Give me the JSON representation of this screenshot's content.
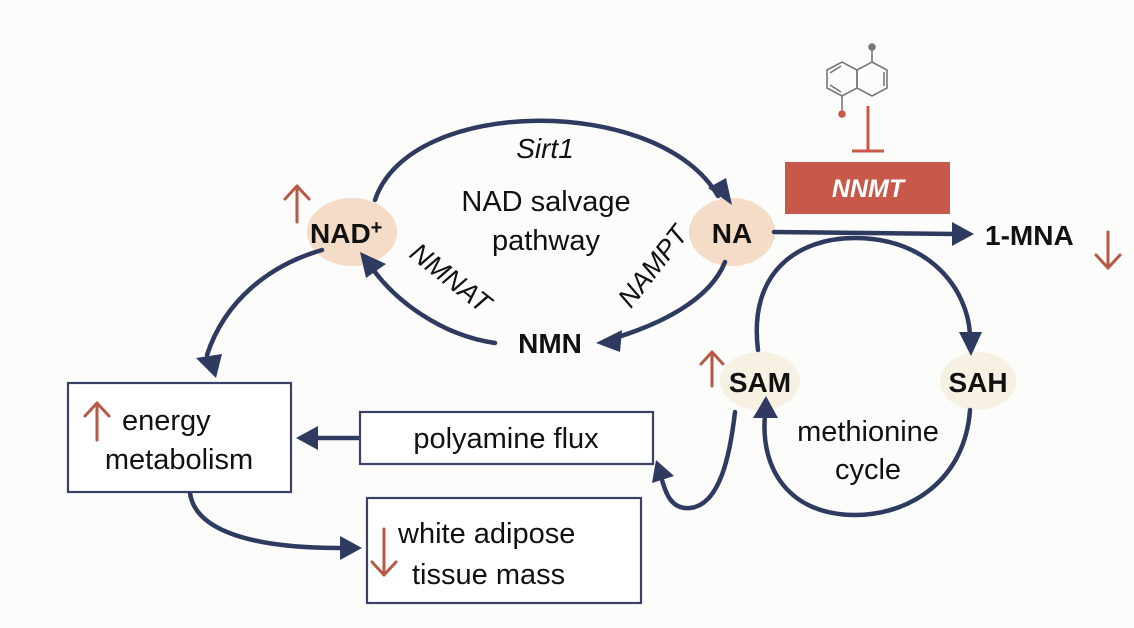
{
  "colors": {
    "arrow": "#2e3a60",
    "up_down_indicator": "#b55a45",
    "nnmt_box": "#c8594a",
    "nad_circle": "#f4dcc6",
    "na_circle": "#f4dcc6",
    "sam_circle": "#f6f1e2",
    "sah_circle": "#f6f1e2"
  },
  "nodes": {
    "nad": {
      "label": "NAD",
      "superscript": "+",
      "change": "up"
    },
    "na": {
      "label": "NA"
    },
    "nmn": {
      "label": "NMN"
    },
    "mna": {
      "label": "1-MNA",
      "change": "down"
    },
    "sam": {
      "label": "SAM",
      "change": "up"
    },
    "sah": {
      "label": "SAH"
    }
  },
  "enzymes": {
    "sirt1": "Sirt1",
    "nmnat": "NMNAT",
    "nampt": "NAMPT",
    "nnmt": "NNMT"
  },
  "labels": {
    "salvage_line1": "NAD salvage",
    "salvage_line2": "pathway",
    "methionine_line1": "methionine",
    "methionine_line2": "cycle"
  },
  "boxes": {
    "energy_line1": "energy",
    "energy_line2": "metabolism",
    "energy_change": "up",
    "polyamine": "polyamine flux",
    "wat_line1": "white adipose",
    "wat_line2": "tissue mass",
    "wat_change": "down"
  },
  "inhibitor": {
    "icon": "naphthalene-structure-icon",
    "target": "NNMT"
  }
}
